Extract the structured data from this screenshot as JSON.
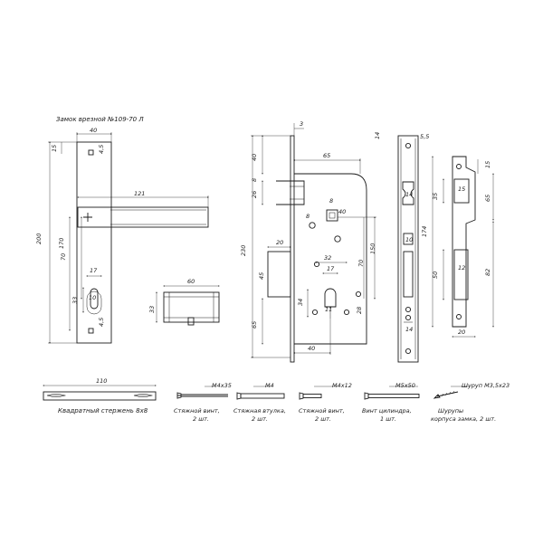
{
  "title": "Замок врезной №109-70 Л",
  "handle": {
    "width": "40",
    "top_offset": "15",
    "small": "4,5",
    "small2": "4,5",
    "height": "200",
    "lever_len": "121",
    "spacing": "170",
    "mid": "70",
    "hole_w": "17",
    "hole_h": "33",
    "hole_d": "10"
  },
  "cylinder": {
    "length": "60",
    "height": "33"
  },
  "lock_body": {
    "plate_t": "3",
    "d40": "40",
    "d8a": "8",
    "d26": "26",
    "d65": "65",
    "d8b": "8",
    "d8c": "8",
    "d40b": "40",
    "d20": "20",
    "d45": "45",
    "d230": "230",
    "d150": "150",
    "d32": "32",
    "d17": "17",
    "d70": "70",
    "d34": "34",
    "d11": "11",
    "d28": "28",
    "d65b": "65",
    "d40c": "40"
  },
  "faceplate": {
    "d14top": "14",
    "d5": "5,5",
    "d10": "10",
    "d14bot": "14",
    "d14side": "14"
  },
  "strike": {
    "d15": "15",
    "d35": "35",
    "d15b": "15",
    "d65": "65",
    "d174": "174",
    "d12": "12",
    "d50": "50",
    "d82": "82",
    "d20": "20"
  },
  "spindle": {
    "length": "110",
    "caption": "Квадратный стержень 8х8"
  },
  "accessories": [
    {
      "size": "М4х35",
      "caption1": "Стяжной винт,",
      "caption2": "2 шт."
    },
    {
      "size": "М4",
      "caption1": "Стяжная втулка,",
      "caption2": "2 шт."
    },
    {
      "size": "М4х12",
      "caption1": "Стяжной винт,",
      "caption2": "2 шт."
    },
    {
      "size": "М5х50",
      "caption1": "Винт цилиндра,",
      "caption2": "1 шт."
    },
    {
      "size": "Шуруп М3,5х23",
      "caption1": "Шурупы",
      "caption2": "корпуса замка, 2 шт."
    }
  ]
}
